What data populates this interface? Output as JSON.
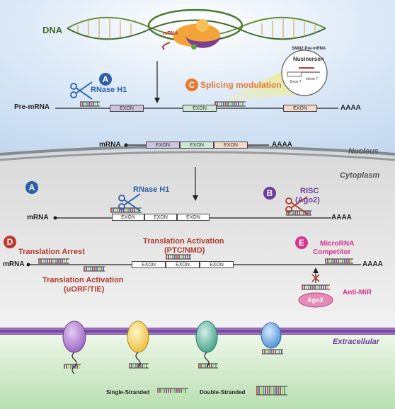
{
  "top": {
    "dna_label": "DNA",
    "mrna_label": "mRNA",
    "premrna_label": "Pre-mRNA",
    "polya": "AAAA",
    "exon": "EXON",
    "nucleus_label": "Nucleus",
    "cytoplasm_label": "Cytoplasm",
    "extracellular_label": "Extracellular"
  },
  "markers": {
    "a": "A",
    "b": "B",
    "c": "C",
    "d": "D",
    "e": "E"
  },
  "mechanisms": {
    "rnase_h1": "RNase H1",
    "splicing": "Splicing modulation",
    "risc_line1": "RISC",
    "risc_line2": "(Ago2)",
    "translation_arrest": "Translation Arrest",
    "ta_ptc_line1": "Translation Activation",
    "ta_ptc_line2": "(PTC/NMD)",
    "ta_uorf_line1": "Translation Activation",
    "ta_uorf_line2": "(uORF/TIE)",
    "microrna_line1": "MicroRNA",
    "microrna_line2": "Competitor",
    "anti_mir": "Anti-MiR",
    "ago2": "Ago2"
  },
  "inset": {
    "title": "SMN2 Pre-mRNA",
    "drug": "Nusinersen",
    "exon7": "Exon 7",
    "intron7": "Intron 7"
  },
  "legend": {
    "single": "Single-Stranded",
    "double": "Double-Stranded"
  },
  "colors": {
    "sky": "#cfe3f6",
    "nucleus_bg": "#e6eef8",
    "cytoplasm_bg": "#dddddd",
    "extracellular_bg": "#c9e6c1",
    "marker_blue": "#2e5ea8",
    "marker_orange": "#e8772e",
    "marker_purple": "#6a3e98",
    "marker_red": "#c0392b",
    "marker_pink": "#d6338a",
    "text_red": "#b03a2e",
    "text_pink": "#d6338a",
    "text_purple": "#6a3e98",
    "text_blue": "#2e5ea8"
  }
}
